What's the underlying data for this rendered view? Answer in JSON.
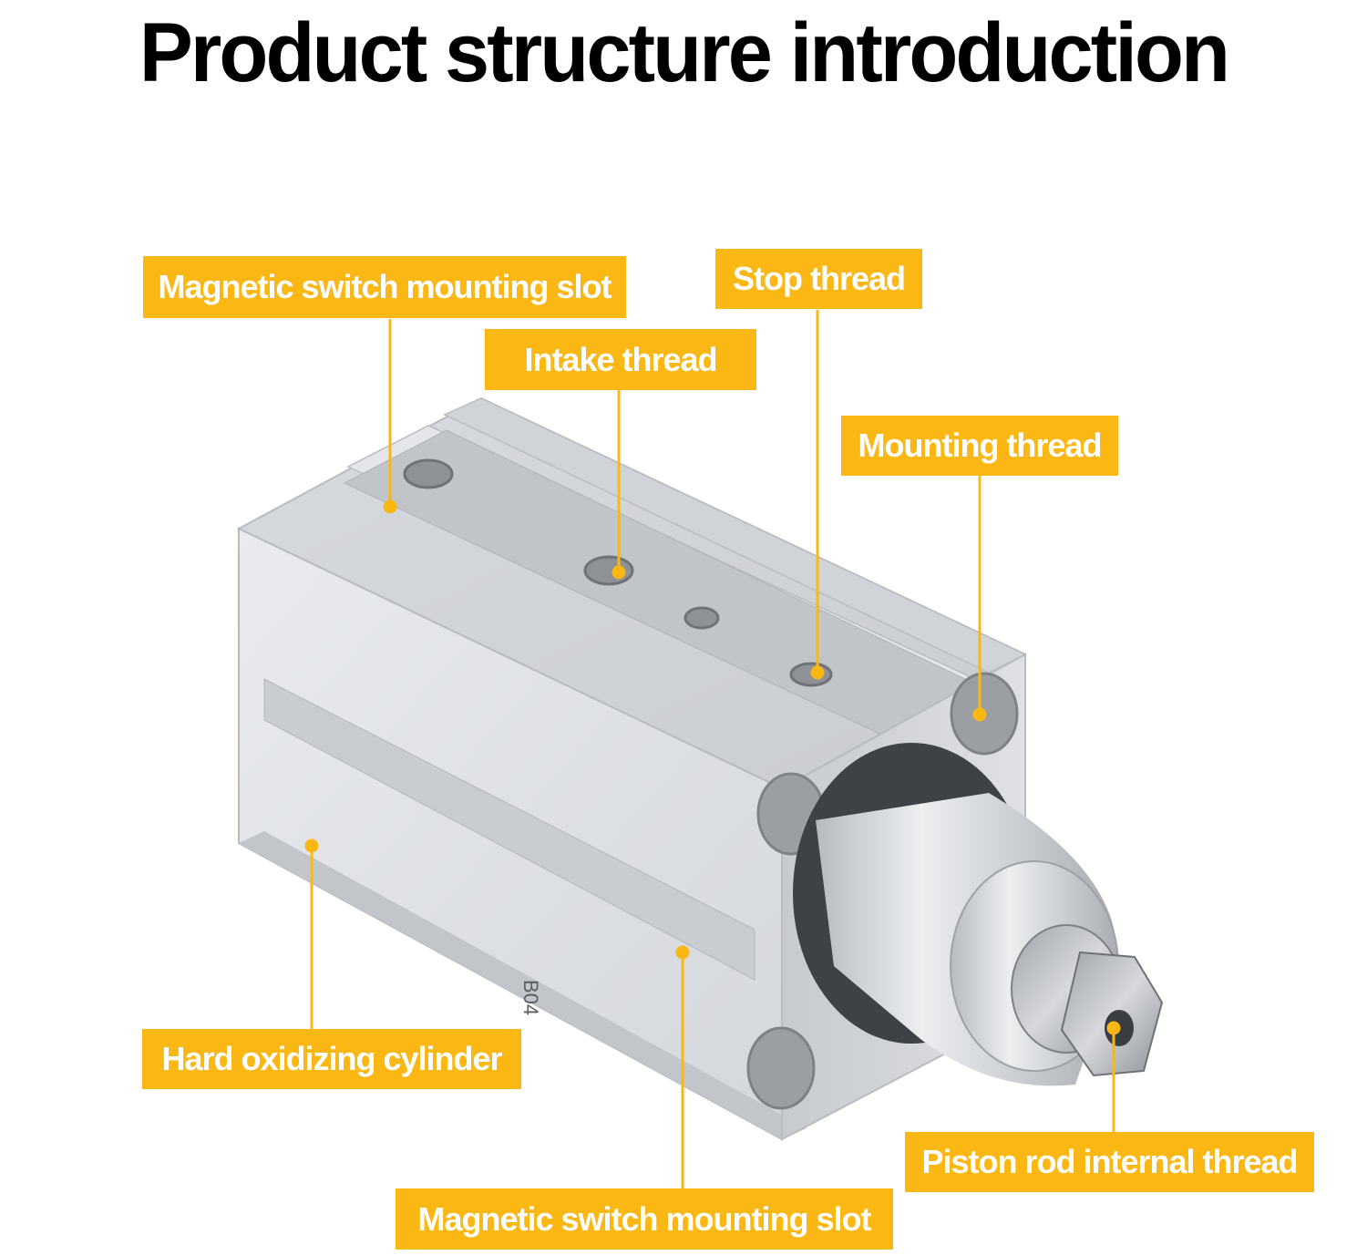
{
  "title": "Product structure introduction",
  "colors": {
    "accent": "#fbb714",
    "label_text": "#ffffff",
    "title_text": "#000000",
    "body_metal": "#dcdfe3"
  },
  "product_marking": "B04",
  "callouts": {
    "magnetic_slot_top": "Magnetic switch mounting slot",
    "stop_thread": "Stop thread",
    "intake_thread": "Intake thread",
    "mounting_thread": "Mounting thread",
    "hard_oxidizing_cylinder": "Hard oxidizing cylinder",
    "piston_rod_thread": "Piston rod internal thread",
    "magnetic_slot_bottom": "Magnetic switch mounting slot"
  }
}
